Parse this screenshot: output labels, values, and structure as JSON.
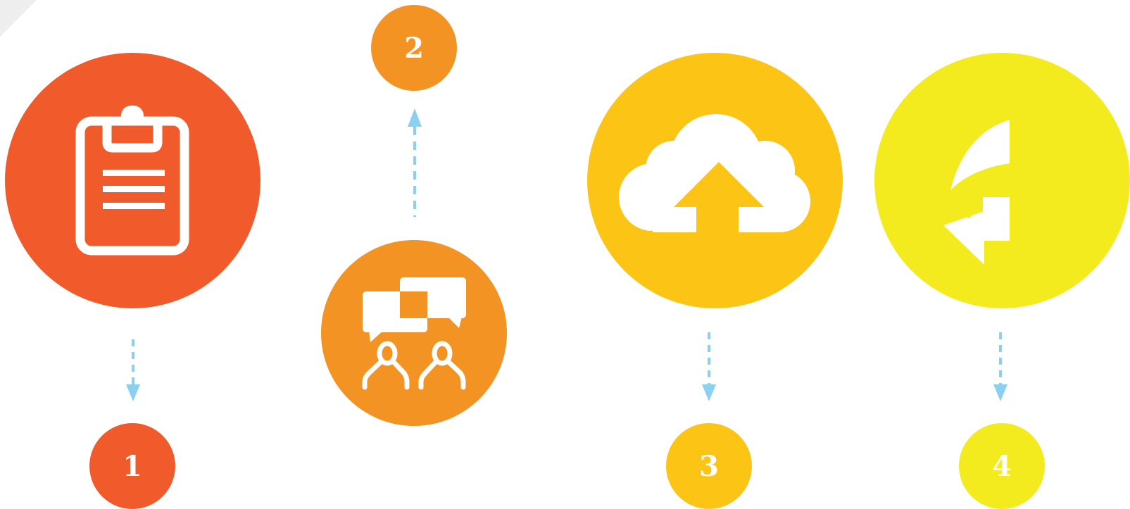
{
  "steps": [
    {
      "number": "1",
      "icon": "clipboard-icon",
      "color": "#F15A2B"
    },
    {
      "number": "2",
      "icon": "team-discussion-icon",
      "color": "#F29323"
    },
    {
      "number": "3",
      "icon": "cloud-upload-icon",
      "color": "#FCC516"
    },
    {
      "number": "4",
      "icon": "return-arrow-icon",
      "color": "#F4EB1E"
    }
  ],
  "connector_color": "#8BD0F1"
}
